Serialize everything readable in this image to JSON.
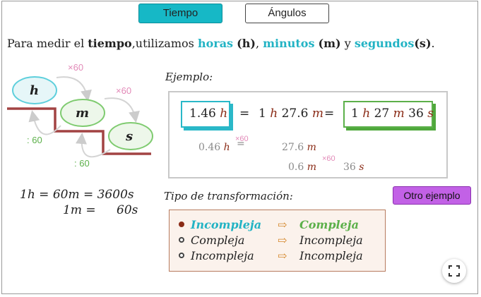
{
  "tabs": [
    {
      "label": "Tiempo",
      "active": true
    },
    {
      "label": "Ángulos",
      "active": false
    }
  ],
  "intro": {
    "text1": "Para medir el ",
    "word_tiempo": "tiempo",
    "text2": ",utilizamos ",
    "horas": "horas",
    "h_sym": "(h)",
    "comma": ", ",
    "minutos": "minutos",
    "m_sym": "(m)",
    "y": " y ",
    "segundos": "segundos",
    "s_sym": "(s)",
    "period": "."
  },
  "diagram": {
    "nodes": [
      "h",
      "m",
      "s"
    ],
    "mult_label": "×60",
    "div_label": ": 60"
  },
  "equivalences": {
    "line1": "1h = 60m = 3600s",
    "line2_lhs": "1m =",
    "line2_rhs": "60s"
  },
  "example": {
    "title": "Ejemplo:",
    "box1_num": "1.46",
    "unit_h": "h",
    "unit_m": "m",
    "unit_s": "s",
    "eq": "=",
    "mid_h": "1",
    "mid_m": "27.6",
    "box2_h": "1",
    "box2_m": "27",
    "box2_s": "36",
    "calc1_lhs": "0.46",
    "calc1_rhs": "27.6",
    "calc2_lhs": "0.6",
    "calc2_rhs": "36",
    "times60": "×60"
  },
  "tipo": {
    "title": "Tipo de transformación:",
    "button": "Otro ejemplo",
    "arrow": "⇨",
    "options": [
      {
        "from": "Incompleja",
        "to": "Compleja",
        "selected": true
      },
      {
        "from": "Compleja",
        "to": "Incompleja",
        "selected": false
      },
      {
        "from": "Incompleja",
        "to": "Incompleja",
        "selected": false
      }
    ]
  },
  "colors": {
    "cyan": "#22b3c4",
    "green": "#5cb04a",
    "brown": "#8a2b16",
    "purple_button": "#c261e6",
    "stair_line": "#a24343"
  },
  "icons": {
    "fullscreen": "fullscreen-icon"
  }
}
